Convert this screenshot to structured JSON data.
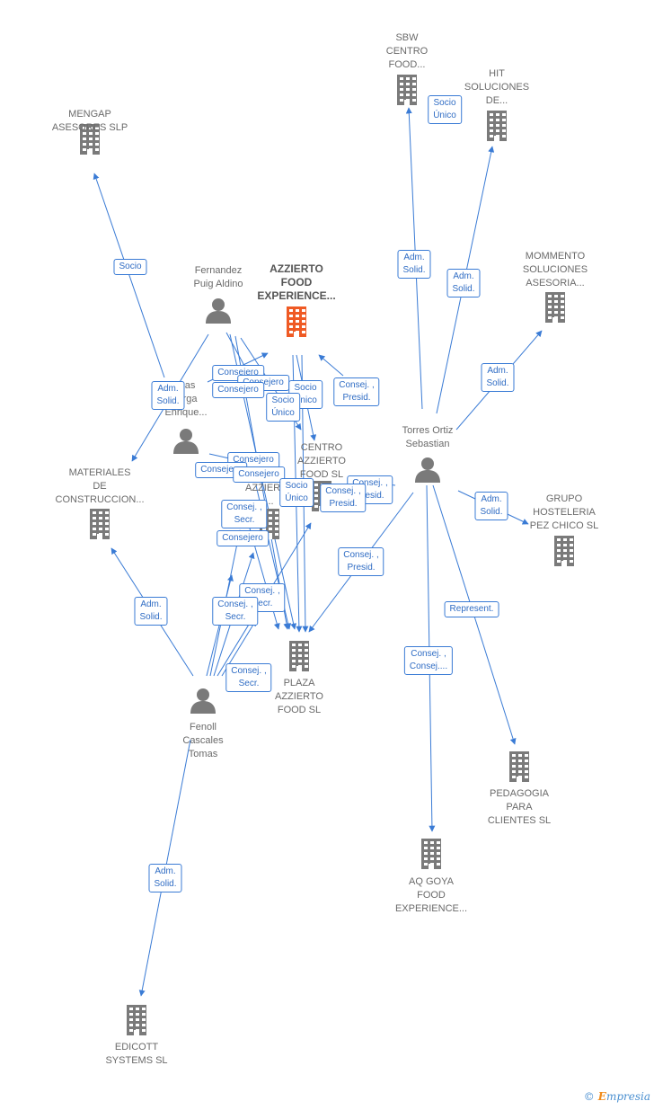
{
  "colors": {
    "edge": "#3a7bd5",
    "building": "#7a7a7a",
    "building_focus": "#ef5a24",
    "person": "#7a7a7a"
  },
  "nodes": [
    {
      "id": "mengap",
      "type": "company",
      "label": "MENGAP\nASESORES  SLP"
    },
    {
      "id": "sbw",
      "type": "company",
      "label": "SBW\nCENTRO\nFOOD..."
    },
    {
      "id": "hit",
      "type": "company",
      "label": "HIT\nSOLUCIONES\nDE..."
    },
    {
      "id": "mommento",
      "type": "company",
      "label": "MOMMENTO\nSOLUCIONES\nASESORIA..."
    },
    {
      "id": "azzierto_fe",
      "type": "company",
      "focus": true,
      "label": "AZZIERTO\nFOOD\nEXPERIENCE..."
    },
    {
      "id": "fernandez",
      "type": "person",
      "label": "Fernandez\nPuig Aldino"
    },
    {
      "id": "torres",
      "type": "person",
      "label": "Torres Ortiz\nSebastian"
    },
    {
      "id": "person_mid",
      "type": "person",
      "label": "...as\n...rga\nEnrique..."
    },
    {
      "id": "materiales",
      "type": "company",
      "label": "MATERIALES\nDE\nCONSTRUCCION..."
    },
    {
      "id": "centro",
      "type": "company",
      "label": "CENTRO\nAZZIERTO\nFOOD  SL"
    },
    {
      "id": "azzierto_b",
      "type": "company",
      "label": "AZZIERTO\n..."
    },
    {
      "id": "grupo",
      "type": "company",
      "label": "GRUPO\nHOSTELERIA\nPEZ CHICO  SL"
    },
    {
      "id": "plaza",
      "type": "company",
      "label": "PLAZA\nAZZIERTO\nFOOD  SL"
    },
    {
      "id": "fenoll",
      "type": "person",
      "label": "Fenoll\nCascales\nTomas"
    },
    {
      "id": "pedagogia",
      "type": "company",
      "label": "PEDAGOGIA\nPARA\nCLIENTES SL"
    },
    {
      "id": "aqgoya",
      "type": "company",
      "label": "AQ GOYA\nFOOD\nEXPERIENCE..."
    },
    {
      "id": "edicott",
      "type": "company",
      "label": "EDICOTT\nSYSTEMS  SL"
    }
  ],
  "relations": [
    {
      "label": "Socio"
    },
    {
      "label": "Socio\nÚnico"
    },
    {
      "label": "Adm.\nSolid."
    },
    {
      "label": "Adm.\nSolid."
    },
    {
      "label": "Adm.\nSolid."
    },
    {
      "label": "Adm.\nSolid."
    },
    {
      "label": "Consej. ,\nPresid."
    },
    {
      "label": "Consejero"
    },
    {
      "label": "Consejero"
    },
    {
      "label": "Consejero"
    },
    {
      "label": "Socio\nÚnico"
    },
    {
      "label": "Socio\nÚnico"
    },
    {
      "label": "Consejero"
    },
    {
      "label": "Consejero"
    },
    {
      "label": "Consejero"
    },
    {
      "label": "Consej. ,\nPresid."
    },
    {
      "label": "Socio\nÚnico"
    },
    {
      "label": "Consej. ,\nPresid."
    },
    {
      "label": "Consej. ,\nSecr."
    },
    {
      "label": "Consejero"
    },
    {
      "label": "Adm.\nSolid."
    },
    {
      "label": "Consej. ,\nPresid."
    },
    {
      "label": "Consej. ,\nSecr."
    },
    {
      "label": "Consej. ,\nSecr."
    },
    {
      "label": "Consej. ,\nSecr."
    },
    {
      "label": "Adm.\nSolid."
    },
    {
      "label": "Represent."
    },
    {
      "label": "Consej. ,\nConsej...."
    },
    {
      "label": "Adm.\nSolid."
    }
  ],
  "footer": {
    "copyright": "©",
    "brand_first": "E",
    "brand_rest": "mpresia"
  }
}
